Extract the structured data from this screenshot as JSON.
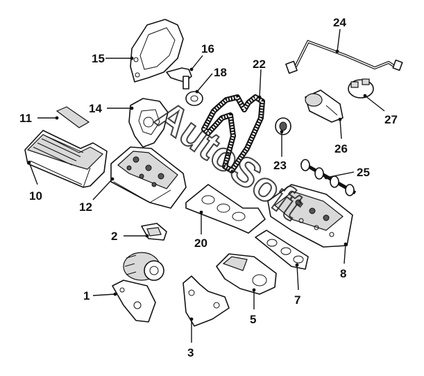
{
  "diagram": {
    "watermark": "AutoSoft",
    "callouts": [
      {
        "id": "p1",
        "label": "1"
      },
      {
        "id": "p2",
        "label": "2"
      },
      {
        "id": "p3",
        "label": "3"
      },
      {
        "id": "p5",
        "label": "5"
      },
      {
        "id": "p7",
        "label": "7"
      },
      {
        "id": "p8",
        "label": "8"
      },
      {
        "id": "p10",
        "label": "10"
      },
      {
        "id": "p11",
        "label": "11"
      },
      {
        "id": "p12",
        "label": "12"
      },
      {
        "id": "p14",
        "label": "14"
      },
      {
        "id": "p15",
        "label": "15"
      },
      {
        "id": "p16",
        "label": "16"
      },
      {
        "id": "p18",
        "label": "18"
      },
      {
        "id": "p20",
        "label": "20"
      },
      {
        "id": "p22",
        "label": "22"
      },
      {
        "id": "p23",
        "label": "23"
      },
      {
        "id": "p24",
        "label": "24"
      },
      {
        "id": "p25",
        "label": "25"
      },
      {
        "id": "p26",
        "label": "26"
      },
      {
        "id": "p27",
        "label": "27"
      }
    ]
  }
}
